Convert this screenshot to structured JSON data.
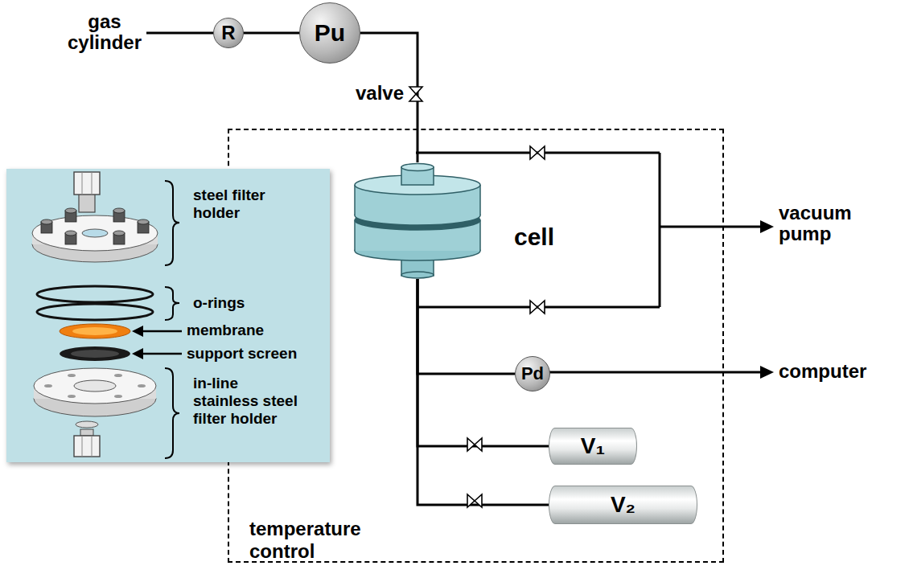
{
  "diagram": {
    "nodes": [
      {
        "text": [
          "R"
        ]
      },
      {
        "text": [
          "Pu"
        ]
      },
      {
        "text": [
          "temperature control"
        ]
      },
      {
        "text": [
          "cell"
        ],
        "in": 2
      },
      {
        "text": [
          "Pd"
        ],
        "in": 2
      },
      {
        "text": [
          "V₁"
        ],
        "in": 2
      },
      {
        "text": [
          "V₂"
        ],
        "in": 2
      },
      {
        "text": [
          "steel filter holder",
          "o-rings",
          "membrane",
          "support screen",
          "in-line stainless steel filter holder"
        ]
      }
    ],
    "edges": [
      {
        "from": 0,
        "to": 1,
        "arrow": "none"
      },
      {
        "from": 1,
        "to": 3,
        "arrow": "none"
      },
      {
        "from": 3,
        "to": 4,
        "arrow": "none"
      },
      {
        "from": 3,
        "to": 5,
        "arrow": "none"
      },
      {
        "from": 3,
        "to": 6,
        "arrow": "none"
      }
    ],
    "labels": [
      "gas cylinder",
      "valve",
      "vacuum pump",
      "computer"
    ]
  }
}
